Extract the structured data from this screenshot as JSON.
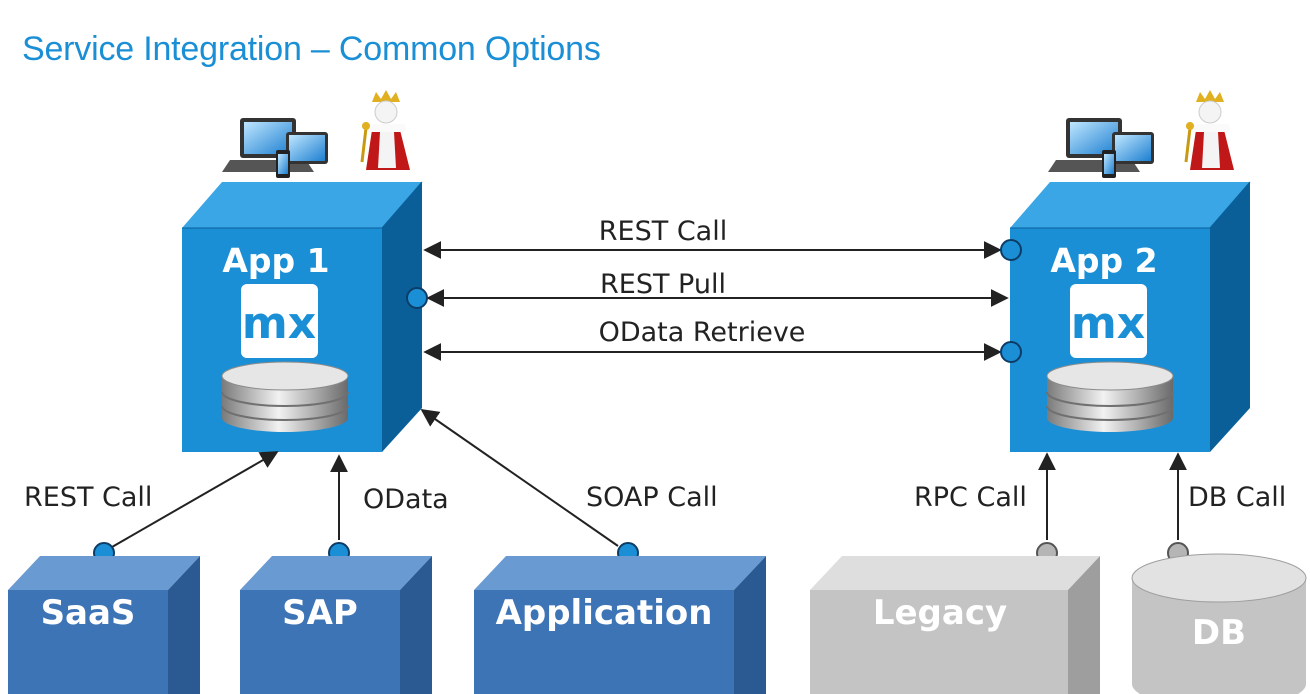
{
  "title": "Service Integration – Common Options",
  "apps": [
    {
      "label": "App 1",
      "logo": "mx"
    },
    {
      "label": "App 2",
      "logo": "mx"
    }
  ],
  "connections": {
    "rest_call_top": "REST Call",
    "rest_pull": "REST Pull",
    "odata_retrieve": "OData Retrieve",
    "rest_call_saas": "REST Call",
    "odata_sap": "OData",
    "soap_call": "SOAP Call",
    "rpc_call": "RPC Call",
    "db_call": "DB Call"
  },
  "systems": {
    "saas": "SaaS",
    "sap": "SAP",
    "application": "Application",
    "legacy": "Legacy",
    "db": "DB"
  },
  "colors": {
    "title": "#1a8fd6",
    "app_cube": "#1a8fd6",
    "system_box": "#3d74b6",
    "legacy_box": "#c4c4c4",
    "connector_dot": "#1a8fd6"
  },
  "icons": [
    "devices-icon",
    "king-user-icon",
    "database-icon",
    "connector-dot-icon"
  ]
}
